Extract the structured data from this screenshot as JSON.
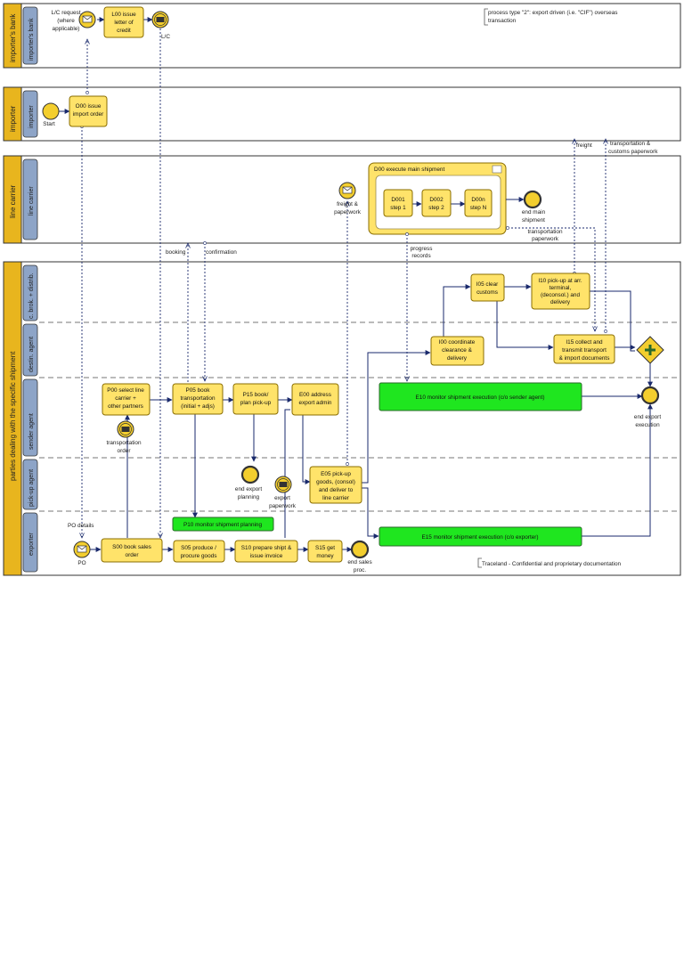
{
  "header": {
    "process_note": [
      "process type \"2\": export driven (i.e. \"CIF\") overseas",
      "transaction"
    ],
    "footer_note": "Traceland - Confidential and proprietary documentation"
  },
  "pools": {
    "importers_bank": {
      "label": "importer's bank",
      "lane": "importer's bank"
    },
    "importer": {
      "label": "importer",
      "lane": "importer"
    },
    "line_carrier": {
      "label": "line carrier",
      "lane": "line carrier"
    },
    "parties": {
      "label": "parties dealing with the specific shipment"
    }
  },
  "lanes": {
    "c_brok": "c. brok. + distrib.",
    "destin_agent": "destin. agent",
    "sender_agent": "sender agent",
    "pickup_agent": "pick-up agent",
    "exporter": "exporter"
  },
  "tasks": {
    "L00": [
      "L00 issue",
      "letter of",
      "credit"
    ],
    "O00": [
      "O00 issue",
      "import order"
    ],
    "D00": [
      "D00 execute main shipment"
    ],
    "D001": [
      "D001",
      "step 1"
    ],
    "D002": [
      "D002",
      "step 2"
    ],
    "D00n": [
      "D00n",
      "step N"
    ],
    "I05": [
      "I05 clear",
      "customs"
    ],
    "I10": [
      "I10 pick-up at arr.",
      "terminal,",
      "(deconsol.) and",
      "delivery"
    ],
    "I00": [
      "I00 coordinate",
      "clearance &",
      "delivery"
    ],
    "I15": [
      "I15 collect and",
      "transmit transport",
      "& import documents"
    ],
    "P00": [
      "P00 select line",
      "carrier +",
      "other partners"
    ],
    "P05": [
      "P05 book",
      "transportation",
      "(initial + adjs)"
    ],
    "P15": [
      "P15 book/",
      "plan pick-up"
    ],
    "E00": [
      "E00 address",
      "export admin"
    ],
    "E10": [
      "E10 monitor shipment execution (c/o sender agent)"
    ],
    "E05": [
      "E05 pick-up",
      "goods, (consol)",
      "and deliver to",
      "line carrier"
    ],
    "P10": [
      "P10 monitor shipment planning"
    ],
    "E15": [
      "E15 monitor shipment execution (c/o exporter)"
    ],
    "S00": [
      "S00 book sales",
      "order"
    ],
    "S05": [
      "S05 produce /",
      "procure goods"
    ],
    "S10": [
      "S10 prepare shipt &",
      "issue invoice"
    ],
    "S15": [
      "S15 get",
      "money"
    ]
  },
  "labels": {
    "lc_request": [
      "L/C request",
      "(where",
      "applicable)"
    ],
    "lc": [
      "L/C"
    ],
    "start": [
      "Start"
    ],
    "freight": [
      "freight"
    ],
    "transport_customs": [
      "transportation &",
      "customs paperwork"
    ],
    "freight_paperwork": [
      "freight &",
      "paperwork"
    ],
    "end_main_shipment": [
      "end main",
      "shipment"
    ],
    "transport_paperwork": [
      "transportation",
      "paperwork"
    ],
    "progress_records": [
      "progress",
      "records"
    ],
    "booking": [
      "booking"
    ],
    "confirmation": [
      "confirmation"
    ],
    "transport_order": [
      "transportation",
      "order"
    ],
    "end_export_execution": [
      "end export",
      "execution"
    ],
    "end_export_planning": [
      "end export",
      "planning"
    ],
    "export_paperwork": [
      "export",
      "paperwork"
    ],
    "po_details": [
      "PO details"
    ],
    "po": [
      "PO"
    ],
    "end_sales_proc": [
      "end sales",
      "proc."
    ]
  },
  "colors": {
    "task_fill": "#FFE36A",
    "task_stroke": "#8a6d00",
    "event_fill": "#F3CE2E",
    "monitor_fill": "#1FE61F",
    "pool_label_fill": "#E8B51E",
    "lane_label_fill": "#8DA4C7",
    "flow": "#1a2a6c"
  }
}
